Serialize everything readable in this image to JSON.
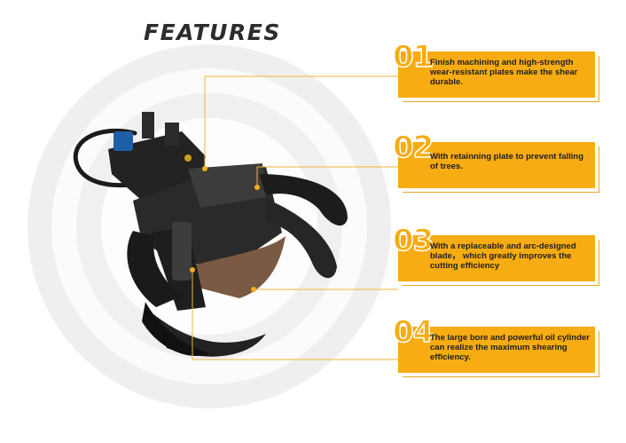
{
  "title": "FEATURES",
  "accent_color": "#f6ac12",
  "features": [
    {
      "number": "01",
      "text": "Finish machining and high-strength wear-resistant plates make the shear durable."
    },
    {
      "number": "02",
      "text": "With retainning plate to prevent falling of trees."
    },
    {
      "number": "03",
      "text": "With a replaceable and arc-designed blade， which greatly improves the cutting efficiency"
    },
    {
      "number": "04",
      "text": "The large bore and powerful oil cylinder can realize the maximum shearing efficiency."
    }
  ]
}
